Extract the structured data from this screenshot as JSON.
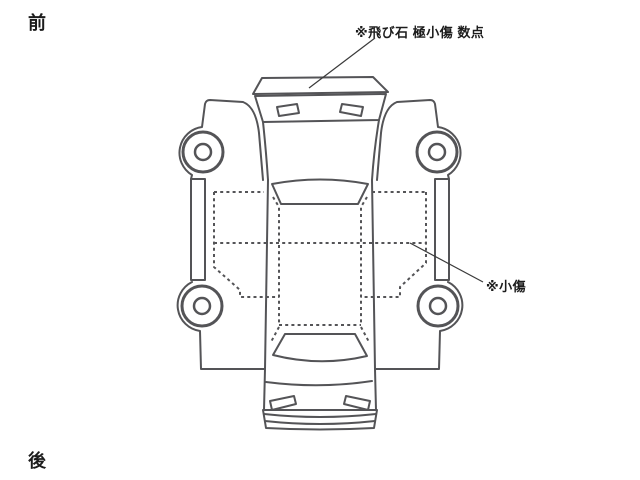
{
  "diagram": {
    "kind": "vehicle-condition-unfolded-top-view"
  },
  "orientation_labels": {
    "front": "前",
    "rear": "後"
  },
  "annotations": [
    {
      "text": "※飛び石 極小傷 数点",
      "points_to": "front-windshield-cowl-area"
    },
    {
      "text": "※小傷",
      "points_to": "right-rear-door-area"
    }
  ],
  "colors": {
    "diagram_stroke": "#545457",
    "text_color": "#1c1c1c",
    "leader": "#3a3a3a",
    "background": "#ffffff"
  }
}
